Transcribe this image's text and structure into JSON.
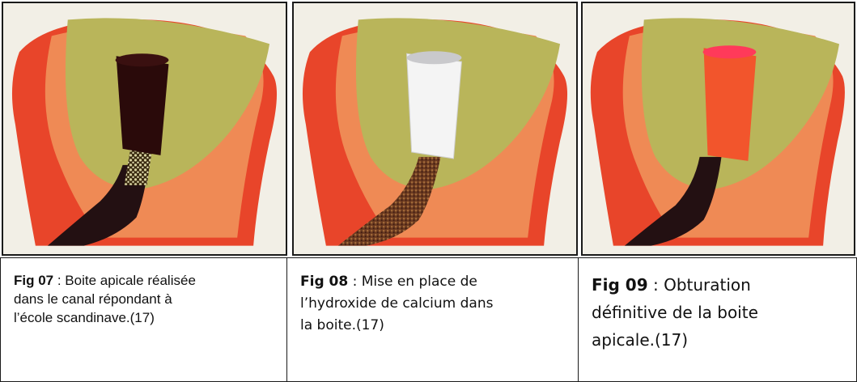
{
  "figures": [
    {
      "id": "fig07",
      "label": "Fig 07",
      "separator": " : ",
      "caption_lines": [
        "Boite apicale réalisée",
        "dans le canal répondant à",
        "l’école scandinave.(17)"
      ],
      "plug_color": "#2a0a0a",
      "neck_fill": "granular-light"
    },
    {
      "id": "fig08",
      "label": "Fig 08",
      "separator": " : ",
      "caption_lines": [
        "Mise en place de",
        "l’hydroxide de calcium dans",
        "la boite.(17)"
      ],
      "plug_color": "#f4f4f4",
      "neck_fill": "granular-brown"
    },
    {
      "id": "fig09",
      "label": "Fig 09",
      "separator": " : ",
      "caption_lines": [
        "Obturation",
        "définitive de la boite",
        "apicale.(17)"
      ],
      "plug_color": "#f2552c",
      "neck_fill": "dark-filled"
    }
  ],
  "colors": {
    "enamel_outer": "#e8452a",
    "dentin_orange": "#ef8a55",
    "pulp_green": "#b9b55a",
    "canal_dark": "#231012",
    "border": "#1a1a1a"
  }
}
